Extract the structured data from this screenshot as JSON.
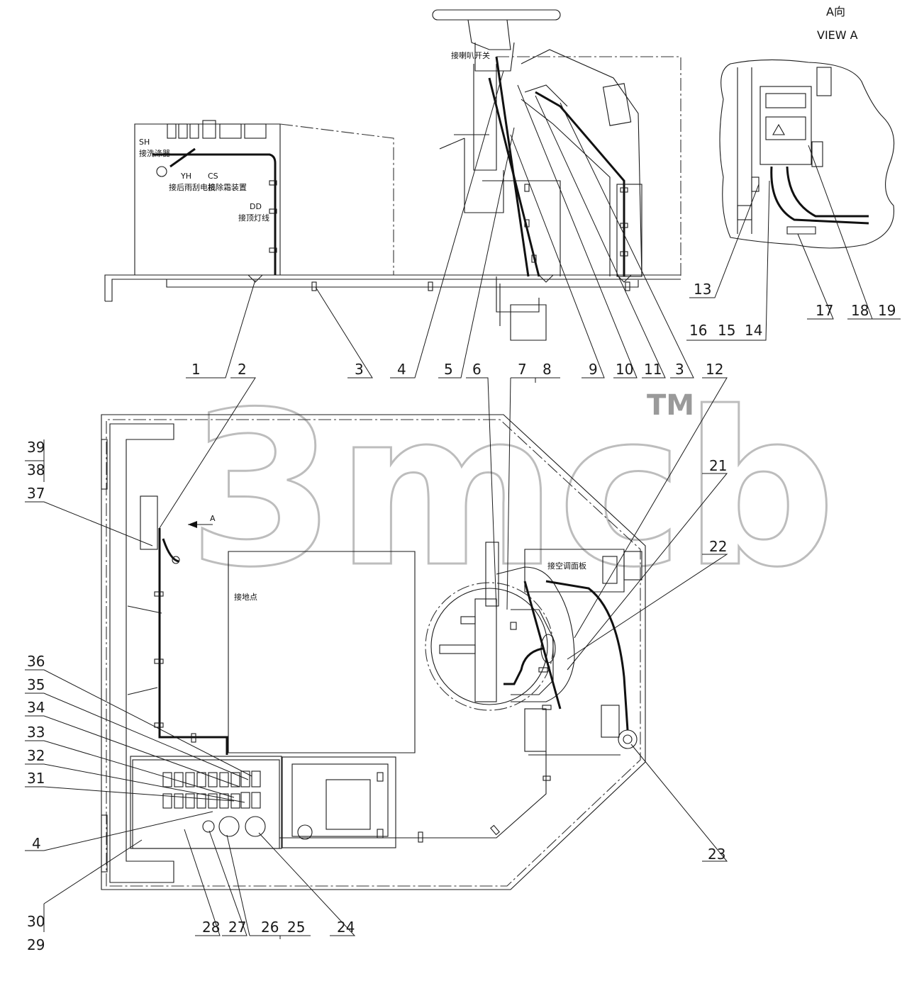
{
  "view": {
    "caption_cn": "A向",
    "caption_en": "VIEW A",
    "arrow_letter": "A"
  },
  "watermark": {
    "text": "3mcb",
    "tm": "TM"
  },
  "connector_labels": {
    "sh": "SH",
    "sh_desc": "接洗涤器",
    "yh": "YH",
    "yh_desc": "接后雨刮电机",
    "cs": "CS",
    "cs_desc": "接除霜装置",
    "dd": "DD",
    "dd_desc": "接顶灯线",
    "horn_switch": "接喇叭开关",
    "ground_point": "接地点",
    "ac_panel": "接空调面板"
  },
  "callouts": [
    "1",
    "2",
    "3",
    "4",
    "5",
    "6",
    "7",
    "8",
    "9",
    "10",
    "11",
    "3",
    "12",
    "13",
    "16",
    "15",
    "14",
    "17",
    "18",
    "19",
    "39",
    "38",
    "37",
    "36",
    "35",
    "34",
    "33",
    "32",
    "31",
    "4",
    "30",
    "29",
    "21",
    "22",
    "23",
    "28",
    "27",
    "26",
    "25",
    "24"
  ]
}
